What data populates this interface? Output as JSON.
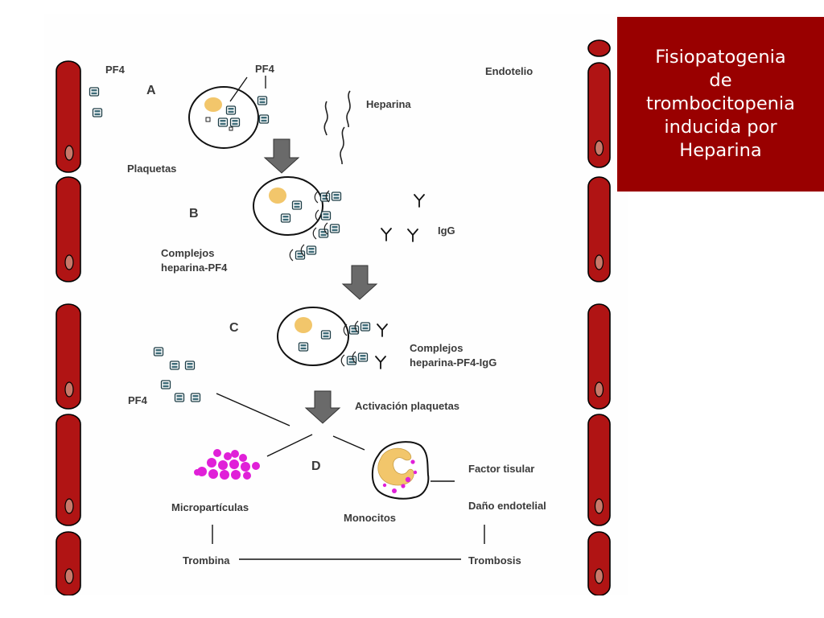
{
  "slide": {
    "title_lines": [
      "Fisiopatogenia",
      "de",
      "trombocitopenia",
      "inducida por",
      "Heparina"
    ],
    "title_bg_color": "#990000"
  },
  "diagram": {
    "colors": {
      "vessel_fill": "#b01414",
      "vessel_stroke": "#000000",
      "nucleus_fill": "#c8786a",
      "granule_fill": "#f2c66b",
      "microparticle_fill": "#e020d8",
      "arrow_fill": "#6a6a6a",
      "pf4_fill": "#3d6b78"
    },
    "labels": {
      "pf4_top_left": "PF4",
      "pf4_top": "PF4",
      "endotelio": "Endotelio",
      "step_a": "A",
      "heparina": "Heparina",
      "plaquetas": "Plaquetas",
      "step_b": "B",
      "igg": "IgG",
      "complejos_hep_pf4_line1": "Complejos",
      "complejos_hep_pf4_line2": "heparina-PF4",
      "step_c": "C",
      "complejos_igg_line1": "Complejos",
      "complejos_igg_line2": "heparina-PF4-IgG",
      "pf4_left": "PF4",
      "activacion": "Activación plaquetas",
      "step_d": "D",
      "microparticulas": "Micropartículas",
      "monocitos": "Monocitos",
      "factor_tisular": "Factor tisular",
      "dano_endotelial": "Daño endotelial",
      "trombina": "Trombina",
      "trombosis": "Trombosis"
    }
  }
}
